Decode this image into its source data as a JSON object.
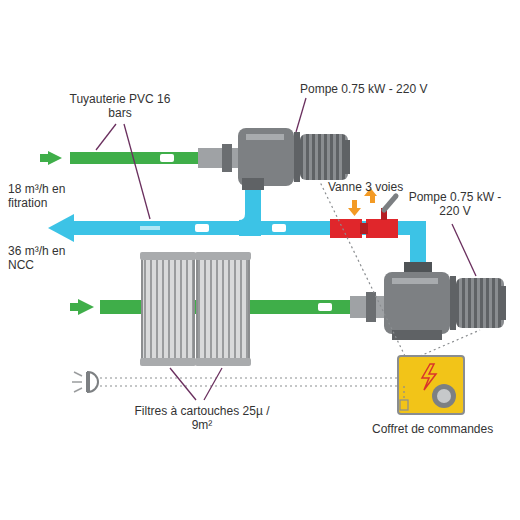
{
  "diagram": {
    "labels": [
      "Tuyauterie PVC 16 bars",
      "Pompe 0.75 kW - 220 V",
      "18 m³/h en fitration",
      "36 m³/h en NCC",
      "Vanne 3 voies",
      "Pompe 0.75 kW - 220 V",
      "Filtres à cartouches 25µ / 9m²",
      "Coffret de commandes"
    ]
  }
}
